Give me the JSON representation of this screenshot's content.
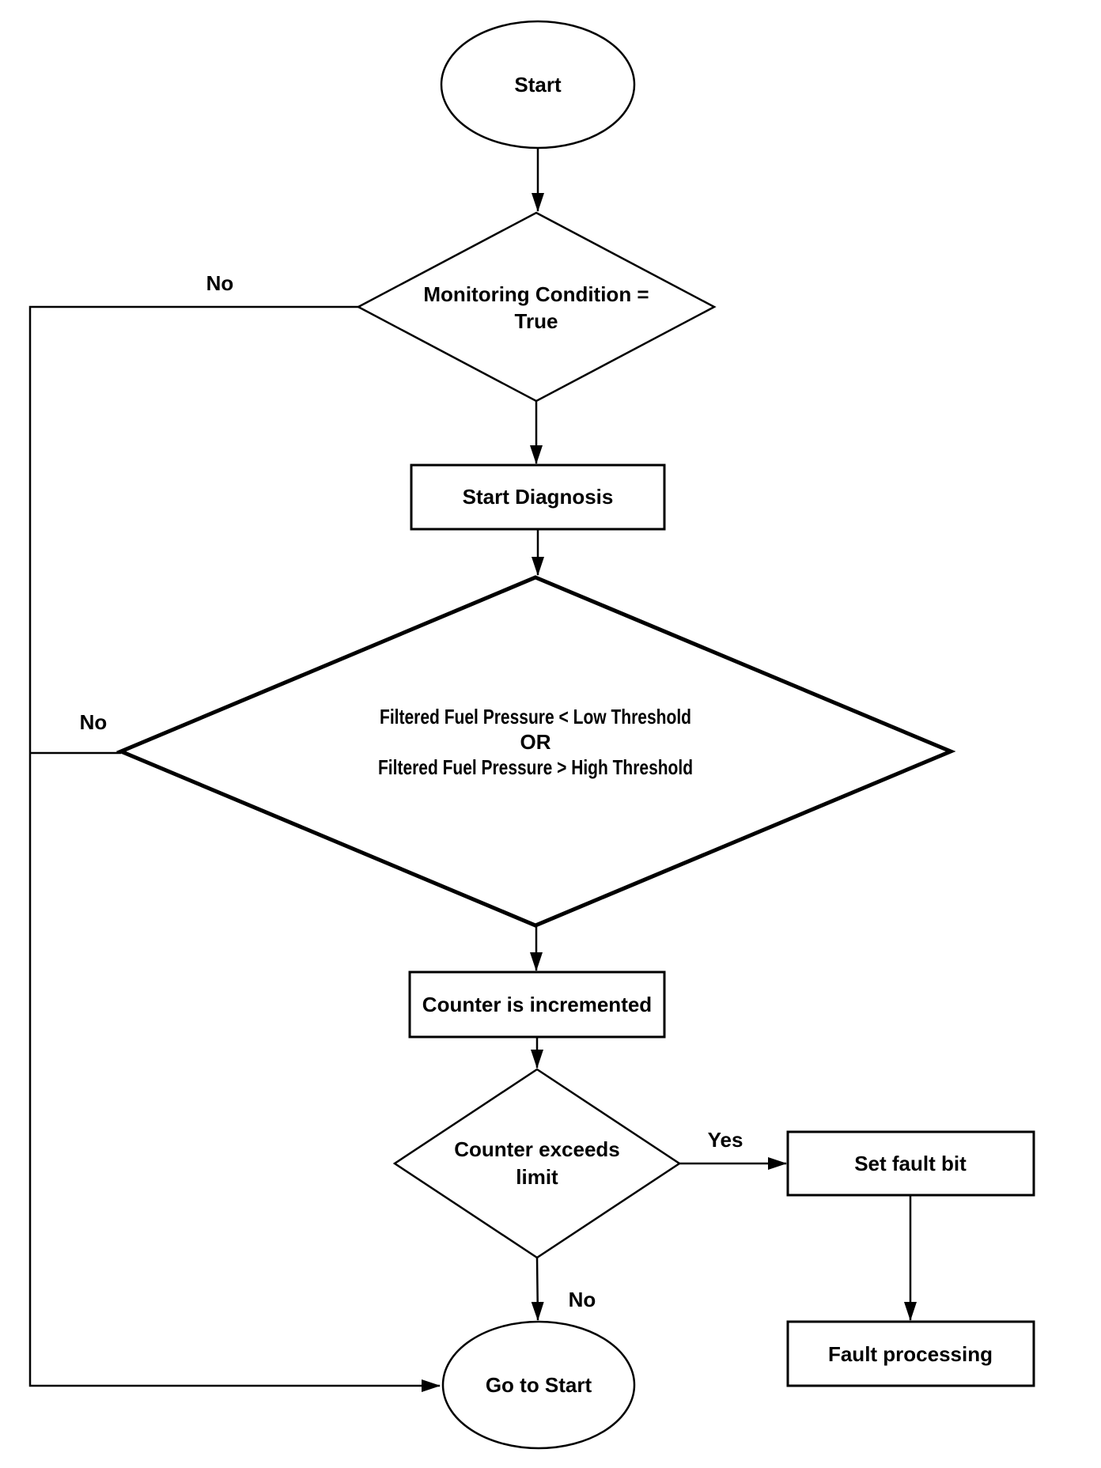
{
  "diagram": {
    "type": "flowchart",
    "colors": {
      "ink": "#000000",
      "background": "#ffffff"
    },
    "nodes": {
      "start": {
        "shape": "terminator",
        "label": "Start"
      },
      "monitoring_condition": {
        "shape": "decision",
        "line1": "Monitoring Condition =",
        "line2": "True"
      },
      "start_diagnosis": {
        "shape": "process",
        "label": "Start Diagnosis"
      },
      "fuel_pressure_check": {
        "shape": "decision",
        "line1": "Filtered Fuel Pressure < Low Threshold",
        "line2": "OR",
        "line3": "Filtered Fuel Pressure > High Threshold"
      },
      "counter_incremented": {
        "shape": "process",
        "label": "Counter is incremented"
      },
      "counter_exceeds_limit": {
        "shape": "decision",
        "line1": "Counter exceeds",
        "line2": "limit"
      },
      "set_fault_bit": {
        "shape": "process",
        "label": "Set fault bit"
      },
      "fault_processing": {
        "shape": "process",
        "label": "Fault processing"
      },
      "go_to_start": {
        "shape": "terminator",
        "label": "Go to Start"
      }
    },
    "edges": {
      "monitoring_no": {
        "label": "No"
      },
      "fuel_no": {
        "label": "No"
      },
      "counter_yes": {
        "label": "Yes"
      },
      "counter_no": {
        "label": "No"
      }
    }
  }
}
